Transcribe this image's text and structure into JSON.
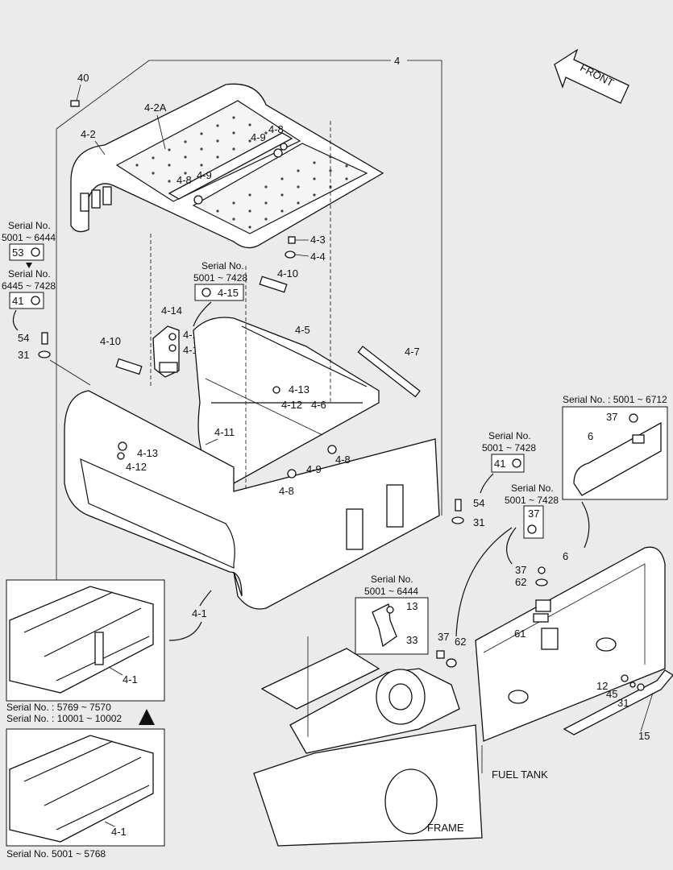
{
  "callouts": {
    "c4": "4",
    "c40": "40",
    "c4_2": "4-2",
    "c4_2A": "4-2A",
    "c4_8a": "4-8",
    "c4_9a": "4-9",
    "c4_8b": "4-8",
    "c4_9b": "4-9",
    "c4_3": "4-3",
    "c4_4": "4-4",
    "c4_10a": "4-10",
    "c4_15a": "4-15",
    "c4_14": "4-14",
    "c4_15b": "4-15",
    "c4_16": "4-16",
    "c4_5": "4-5",
    "c4_7": "4-7",
    "c4_10b": "4-10",
    "c4_13a": "4-13",
    "c4_12a": "4-12",
    "c4_6": "4-6",
    "c4_11": "4-11",
    "c4_13b": "4-13",
    "c4_12b": "4-12",
    "c4_8c": "4-8",
    "c4_9c": "4-9",
    "c4_8d": "4-8",
    "c53": "53",
    "c41a": "41",
    "c54a": "54",
    "c31a": "31",
    "c41b": "41",
    "c54b": "54",
    "c31b": "31",
    "c37a": "37",
    "c6a": "6",
    "c37b": "37",
    "c37c": "37",
    "c62a": "62",
    "c6b": "6",
    "c61": "61",
    "c13": "13",
    "c33": "33",
    "c37d": "37",
    "c62b": "62",
    "c12": "12",
    "c45": "45",
    "c31c": "31",
    "c15": "15",
    "c4_1a": "4-1",
    "c4_1b": "4-1",
    "c4_1c": "4-1"
  },
  "serial_notes": {
    "s1_line1": "Serial No.",
    "s1_line2": "5001 ~ 6444",
    "s2_line1": "Serial No.",
    "s2_line2": "6445 ~ 7428",
    "s3_line1": "Serial No.",
    "s3_line2": "5001 ~ 7428",
    "s4_line1": "Serial No.",
    "s4_line2": "5001 ~ 7428",
    "s5_line1": "Serial No.",
    "s5_line2": "5001 ~ 7428",
    "s6_line1": "Serial No.",
    "s6_line2": "5001 ~ 6444",
    "s7": "Serial No. : 5001 ~ 6712",
    "s8_line1": "Serial No. : 5769 ~ 7570",
    "s8_line2": "Serial No. : 10001 ~ 10002",
    "s9": "Serial No. 5001 ~ 5768"
  },
  "labels": {
    "front": "FRONT",
    "fuel_tank": "FUEL TANK",
    "frame": "FRAME"
  }
}
